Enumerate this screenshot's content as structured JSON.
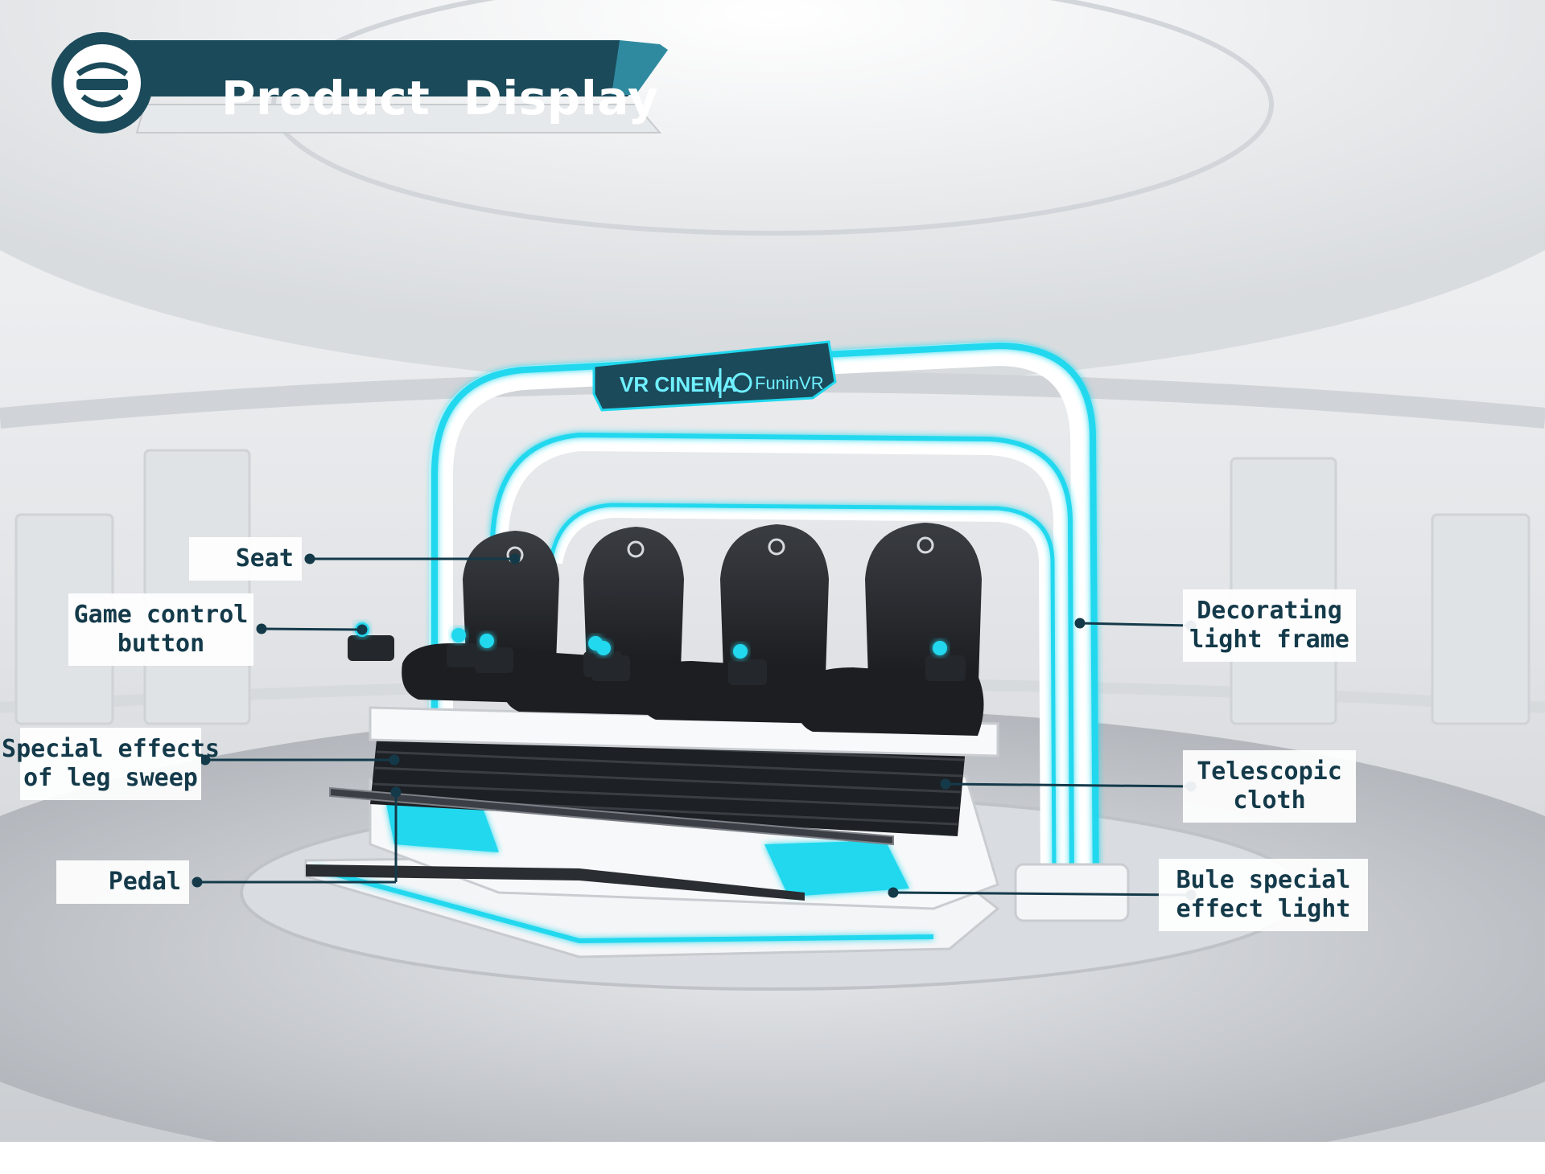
{
  "header": {
    "title": "Product  Display"
  },
  "product": {
    "sign_text": "VR CINEMA",
    "brand_logo_text": "FuninVR"
  },
  "callouts": {
    "seat": "Seat",
    "game_control_1": "Game control",
    "game_control_2": "button",
    "leg_sweep_1": "Special effects",
    "leg_sweep_2": "of leg sweep",
    "pedal": "Pedal",
    "light_frame_1": "Decorating",
    "light_frame_2": "light frame",
    "telescopic_1": "Telescopic",
    "telescopic_2": "cloth",
    "effect_light_1": "Bule special",
    "effect_light_2": "effect light"
  },
  "colors": {
    "accent_cyan": "#20d8ee",
    "brand_teal": "#1b4a5a",
    "label_text": "#143a4a"
  }
}
